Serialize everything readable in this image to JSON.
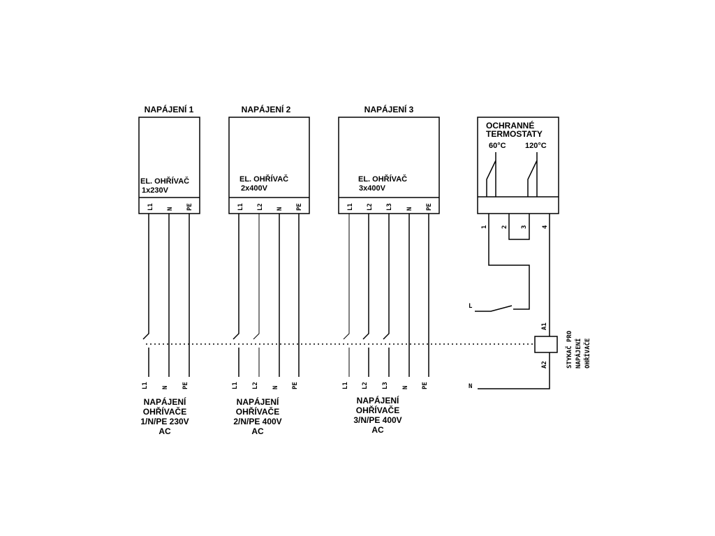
{
  "supply_1": {
    "title": "NAPÁJENÍ 1",
    "heater_line1": "EL. OHŘÍVAČ",
    "heater_line2": "1x230V",
    "top_terminals": [
      "L1",
      "N",
      "PE"
    ],
    "bottom_terminals": [
      "L1",
      "N",
      "PE"
    ],
    "caption": [
      "NAPÁJENÍ",
      "OHŘÍVAČE",
      "1/N/PE 230V",
      "AC"
    ]
  },
  "supply_2": {
    "title": "NAPÁJENÍ 2",
    "heater_line1": "EL. OHŘÍVAČ",
    "heater_line2": "2x400V",
    "top_terminals": [
      "L1",
      "L2",
      "N",
      "PE"
    ],
    "bottom_terminals": [
      "L1",
      "L2",
      "N",
      "PE"
    ],
    "caption": [
      "NAPÁJENÍ",
      "OHŘÍVAČE",
      "2/N/PE 400V",
      "AC"
    ]
  },
  "supply_3": {
    "title": "NAPÁJENÍ 3",
    "heater_line1": "EL. OHŘÍVAČ",
    "heater_line2": "3x400V",
    "top_terminals": [
      "L1",
      "L2",
      "L3",
      "N",
      "PE"
    ],
    "bottom_terminals": [
      "L1",
      "L2",
      "L3",
      "N",
      "PE"
    ],
    "caption": [
      "NAPÁJENÍ",
      "OHŘÍVAČE",
      "3/N/PE 400V",
      "AC"
    ]
  },
  "thermostats": {
    "title_line1": "OCHRANNÉ",
    "title_line2": "TERMOSTATY",
    "temp_1": "60°C",
    "temp_2": "120°C",
    "terminals": [
      "1",
      "2",
      "3",
      "4"
    ]
  },
  "control": {
    "phase_label": "L",
    "neutral_label": "N",
    "coil_a1": "A1",
    "coil_a2": "A2",
    "contactor_label": [
      "STYKAČ PRO",
      "NAPÁJENÍ",
      "OHŘÍVAČE"
    ]
  },
  "colors": {
    "line": "#000000",
    "background": "#ffffff"
  }
}
